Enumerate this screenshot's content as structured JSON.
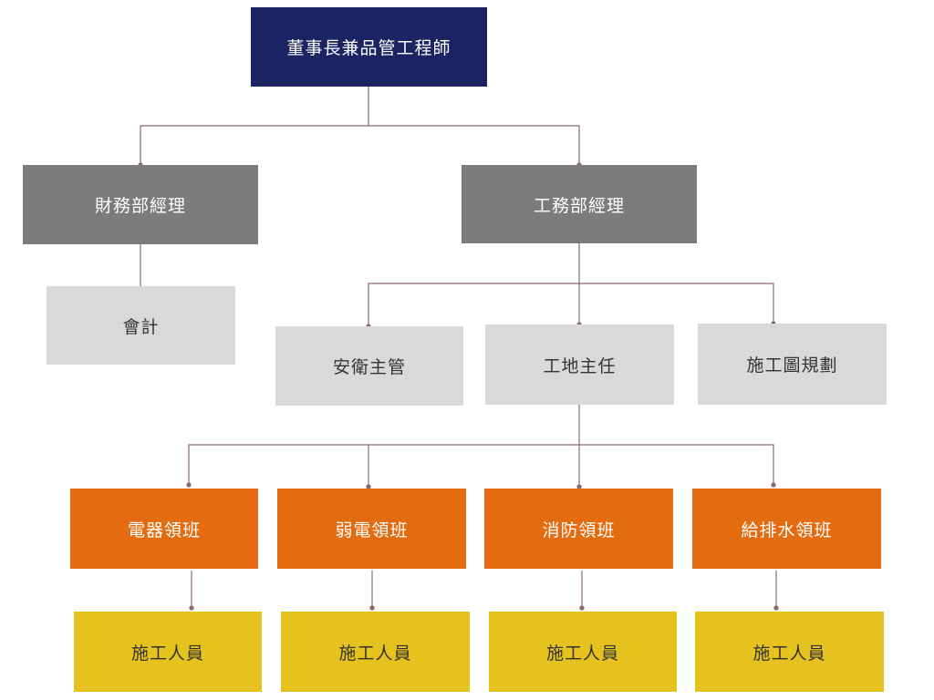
{
  "colors": {
    "top": "#1b2463",
    "manager": "#7d7c7a",
    "staff": "#d9d9d9",
    "leader": "#e36c11",
    "worker": "#e6c21f",
    "connector": "#8a6a6a"
  },
  "org": {
    "chairman": "董事長兼品管工程師",
    "finance_manager": "財務部經理",
    "engineering_manager": "工務部經理",
    "accountant": "會計",
    "safety_supervisor": "安衛主管",
    "site_director": "工地主任",
    "drawing_planning": "施工圖規劃",
    "leaders": [
      "電器領班",
      "弱電領班",
      "消防領班",
      "給排水領班"
    ],
    "workers": [
      "施工人員",
      "施工人員",
      "施工人員",
      "施工人員"
    ]
  }
}
